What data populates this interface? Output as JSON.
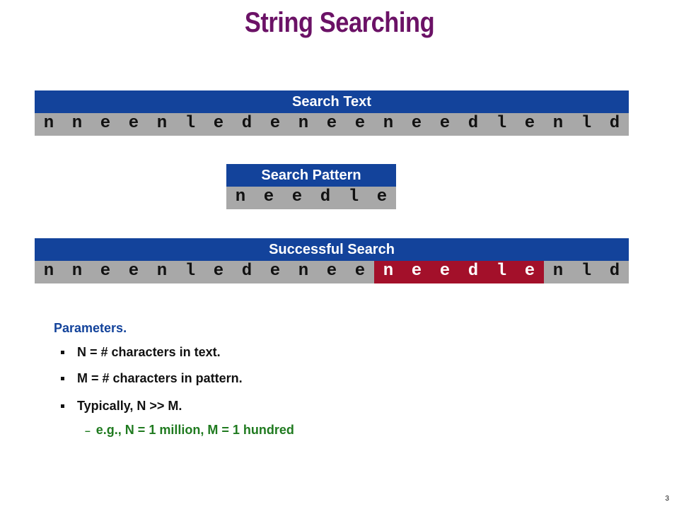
{
  "title": "String Searching",
  "search_text": {
    "header": "Search Text",
    "chars": [
      "n",
      "n",
      "e",
      "e",
      "n",
      "l",
      "e",
      "d",
      "e",
      "n",
      "e",
      "e",
      "n",
      "e",
      "e",
      "d",
      "l",
      "e",
      "n",
      "l",
      "d"
    ]
  },
  "search_pattern": {
    "header": "Search Pattern",
    "chars": [
      "n",
      "e",
      "e",
      "d",
      "l",
      "e"
    ]
  },
  "successful_search": {
    "header": "Successful Search",
    "chars": [
      "n",
      "n",
      "e",
      "e",
      "n",
      "l",
      "e",
      "d",
      "e",
      "n",
      "e",
      "e",
      "n",
      "e",
      "e",
      "d",
      "l",
      "e",
      "n",
      "l",
      "d"
    ],
    "match_start": 12,
    "match_length": 6
  },
  "parameters": {
    "heading": "Parameters.",
    "bullets": [
      "N = # characters in text.",
      "M = # characters in pattern.",
      "Typically, N >> M."
    ],
    "sub_bullet_marker": "–",
    "sub_bullet": "e.g., N = 1 million, M = 1 hundred"
  },
  "page_number": "3",
  "colors": {
    "title": "#6b1266",
    "header_bg": "#13439b",
    "cell_bg": "#a8a8a8",
    "match_bg": "#a3102a",
    "params_heading": "#13439b",
    "sub_bullet": "#1f7a1f"
  }
}
